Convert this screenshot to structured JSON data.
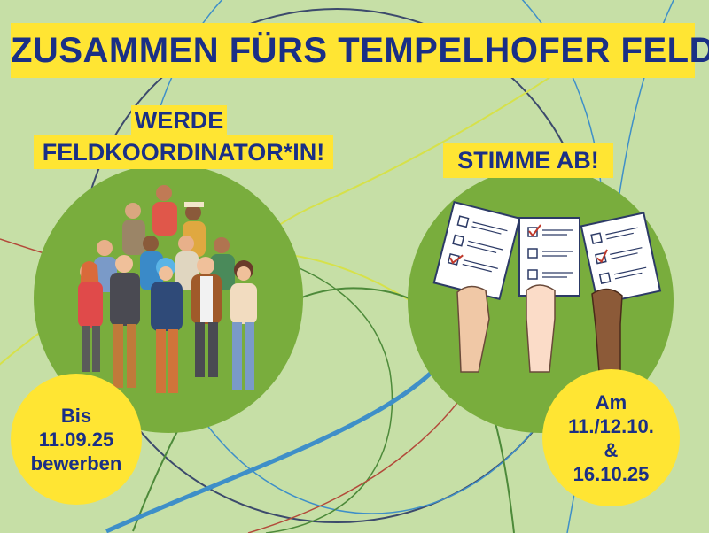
{
  "poster": {
    "title": "ZUSAMMEN FÜRS TEMPELHOFER FELD!",
    "left_heading_line1": "WERDE",
    "left_heading_line2": "FELDKOORDINATOR*IN!",
    "right_heading": "STIMME AB!",
    "left_badge": {
      "line1": "Bis",
      "line2": "11.09.25",
      "line3": "bewerben"
    },
    "right_badge": {
      "line1": "Am",
      "line2": "11./12.10.",
      "line3": "&",
      "line4": "16.10.25"
    }
  },
  "colors": {
    "background": "#c6dfa6",
    "circle_green": "#79ad3d",
    "banner_yellow": "#ffe533",
    "text_navy": "#1a2f86",
    "line_navy": "#2c3a66",
    "line_blue": "#3e8fc8",
    "line_red": "#b34a3a"
  },
  "illustrations": {
    "left": "group-of-people-illustration",
    "right": "hands-holding-ballots-illustration"
  }
}
